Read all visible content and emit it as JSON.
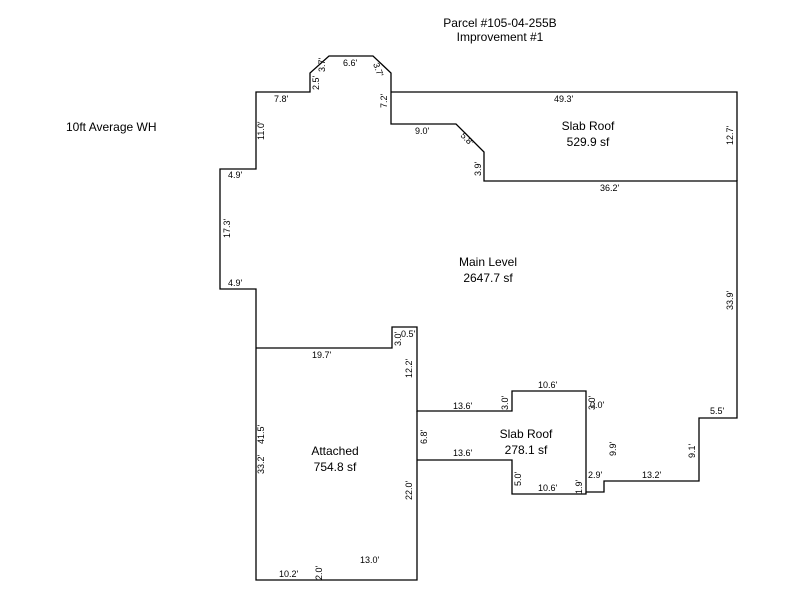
{
  "header": {
    "line1": "Parcel #105-04-255B",
    "line2": "Improvement #1"
  },
  "note": "10ft Average WH",
  "areas": {
    "main": {
      "name": "Main Level",
      "size": "2647.7 sf"
    },
    "slab_top": {
      "name": "Slab Roof",
      "size": "529.9 sf"
    },
    "attached": {
      "name": "Attached",
      "size": "754.8 sf"
    },
    "slab_bottom": {
      "name": "Slab Roof",
      "size": "278.1 sf"
    }
  },
  "dimensions": [
    "6.6'",
    "2.5'",
    "3.7'",
    "3.7'",
    "7.8'",
    "11.0'",
    "7.2'",
    "49.3'",
    "9.0'",
    "5.8'",
    "3.9'",
    "12.7'",
    "36.2'",
    "4.9'",
    "17.3'",
    "4.9'",
    "33.9'",
    "3.0'",
    "0.5'",
    "19.7'",
    "12.2'",
    "33.2'",
    "41.5'",
    "10.6'",
    "3.0'",
    "3.0'",
    "0.0'",
    "13.6'",
    "5.5'",
    "6.8'",
    "9.9'",
    "9.1'",
    "13.6'",
    "5.0'",
    "2.9'",
    "13.2'",
    "22.0'",
    "10.6'",
    "1.9'",
    "13.0'",
    "10.2'",
    "2.0'"
  ]
}
